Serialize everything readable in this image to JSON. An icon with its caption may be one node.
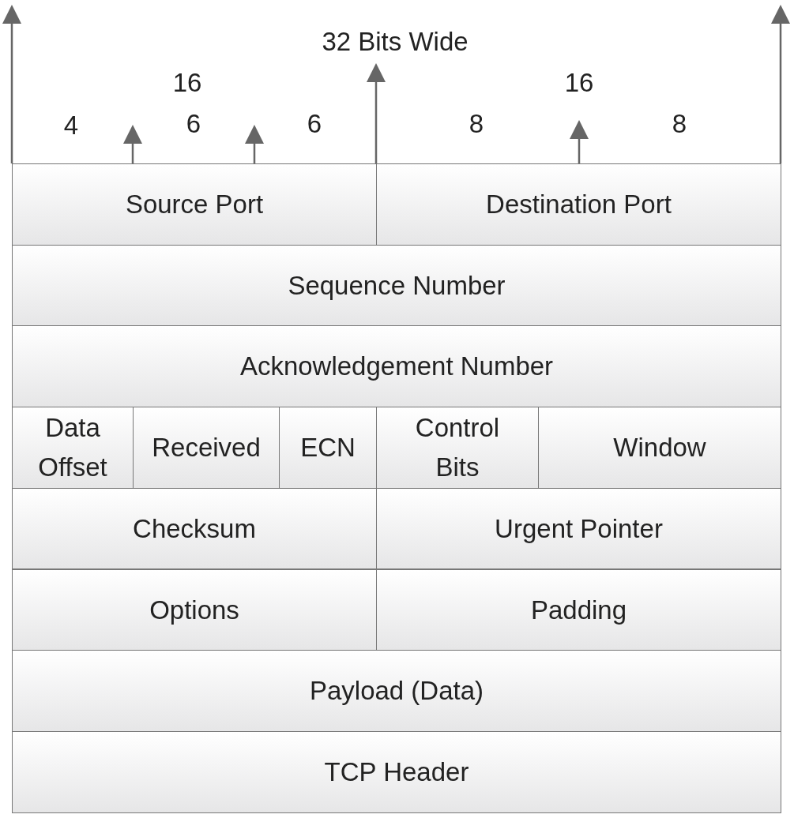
{
  "diagram": {
    "nodes": [
      {
        "text": [
          "Source Port"
        ]
      },
      {
        "text": [
          "Destination Port"
        ]
      },
      {
        "text": [
          "Sequence Number"
        ]
      },
      {
        "text": [
          "Acknowledgement Number"
        ]
      },
      {
        "text": [
          "Data Offset"
        ]
      },
      {
        "text": [
          "Received"
        ]
      },
      {
        "text": [
          "ECN"
        ]
      },
      {
        "text": [
          "Control Bits"
        ]
      },
      {
        "text": [
          "Window"
        ]
      },
      {
        "text": [
          "Checksum"
        ]
      },
      {
        "text": [
          "Urgent Pointer"
        ]
      },
      {
        "text": [
          "Options"
        ]
      },
      {
        "text": [
          "Padding"
        ]
      },
      {
        "text": [
          "Payload (Data)"
        ]
      },
      {
        "text": [
          "TCP Header"
        ]
      }
    ],
    "labels": [
      "32 Bits Wide",
      "16",
      "16",
      "4",
      "6",
      "6",
      "8",
      "8"
    ]
  }
}
